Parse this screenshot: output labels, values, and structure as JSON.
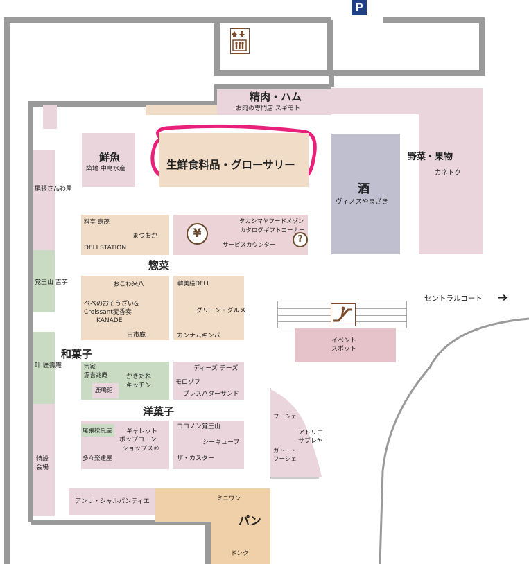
{
  "parking_icon_text": "P",
  "icons": {
    "elevator": "elevator-icon",
    "escalator": "escalator-icon",
    "yen": "yen-icon",
    "help": "help-icon",
    "arrow": "arrow-right-icon"
  },
  "icon_glyphs": {
    "yen": "¥",
    "help": "?",
    "arrow": "➔"
  },
  "colors": {
    "wall": "#9a9a9a",
    "store_pink": "#ead5dd",
    "store_peach": "#f0dcc7",
    "store_green": "#c9dcc3",
    "liquor": "#bfbfcf",
    "event": "#e6c3ca",
    "bakery": "#f0d0a8",
    "highlight": "#e8207a"
  },
  "sections": {
    "seiniku": {
      "title": "精肉・ハム",
      "subtitle": "お肉の専門店 スギモト"
    },
    "sengyo": {
      "title": "鮮魚",
      "subtitle": "築地 中島水産"
    },
    "grocery": {
      "title": "生鮮食料品・グローサリー"
    },
    "sake": {
      "title": "酒",
      "subtitle": "ヴィノスやまざき"
    },
    "yasai": {
      "title": "野菜・果物",
      "subtitle": "カネトク"
    },
    "owari": {
      "title": "尾張さんわ屋"
    },
    "deli_left": {
      "line1": "料亭 嘉茂",
      "line2": "まつおか",
      "line3": "DELI STATION"
    },
    "service": {
      "line1": "タカシマヤフードメゾン",
      "line2": "カタログギフトコーナー",
      "line3": "サービスカウンター"
    },
    "sozai": {
      "title": "惣菜"
    },
    "kakuozan": {
      "title": "覚王山 吉芋"
    },
    "okowa": {
      "line1": "おこわ米八",
      "line2": "べべのおそうざい&",
      "line3": "Croissant麦香奏",
      "line4": "KANADE",
      "line5": "古市庵"
    },
    "korean": {
      "line1": "韓美膳DELI",
      "line2": "グリーン・グルメ",
      "line3": "カンナムキンパ"
    },
    "central": {
      "label": "セントラルコート"
    },
    "event": {
      "line1": "イベント",
      "line2": "スポット"
    },
    "wagashi": {
      "title": "和菓子"
    },
    "kano": {
      "title": "叶 匠壽庵"
    },
    "soke": {
      "line1": "宗家",
      "line2": "源吉兆庵",
      "line3": "鹿鳴館",
      "line4": "かきたね",
      "line5": "キッチン"
    },
    "cheese": {
      "line1": "ディーズ チーズ",
      "line2": "モロゾフ",
      "line3": "プレスバターサンド"
    },
    "yogashi": {
      "title": "洋菓子"
    },
    "tokusetsu": {
      "line1": "特設",
      "line2": "会場"
    },
    "owari_matsukaze": {
      "line1": "尾張松風屋",
      "line2": "ギャレット",
      "line3": "ポップコーン",
      "line4": "ショップス®",
      "line5": "多々楽達屋"
    },
    "cocono": {
      "line1": "ココノン覚王山",
      "line2": "シーキューブ",
      "line3": "ザ・カスター"
    },
    "atelier": {
      "line1": "フーシェ",
      "line2": "アトリエ",
      "line3": "サブレヤ",
      "line4": "ガトー・",
      "line5": "フーシェ"
    },
    "henri": {
      "title": "アンリ・シャルパンティエ"
    },
    "pan": {
      "line1": "ミニワン",
      "title": "パン",
      "line2": "ドンク"
    }
  }
}
